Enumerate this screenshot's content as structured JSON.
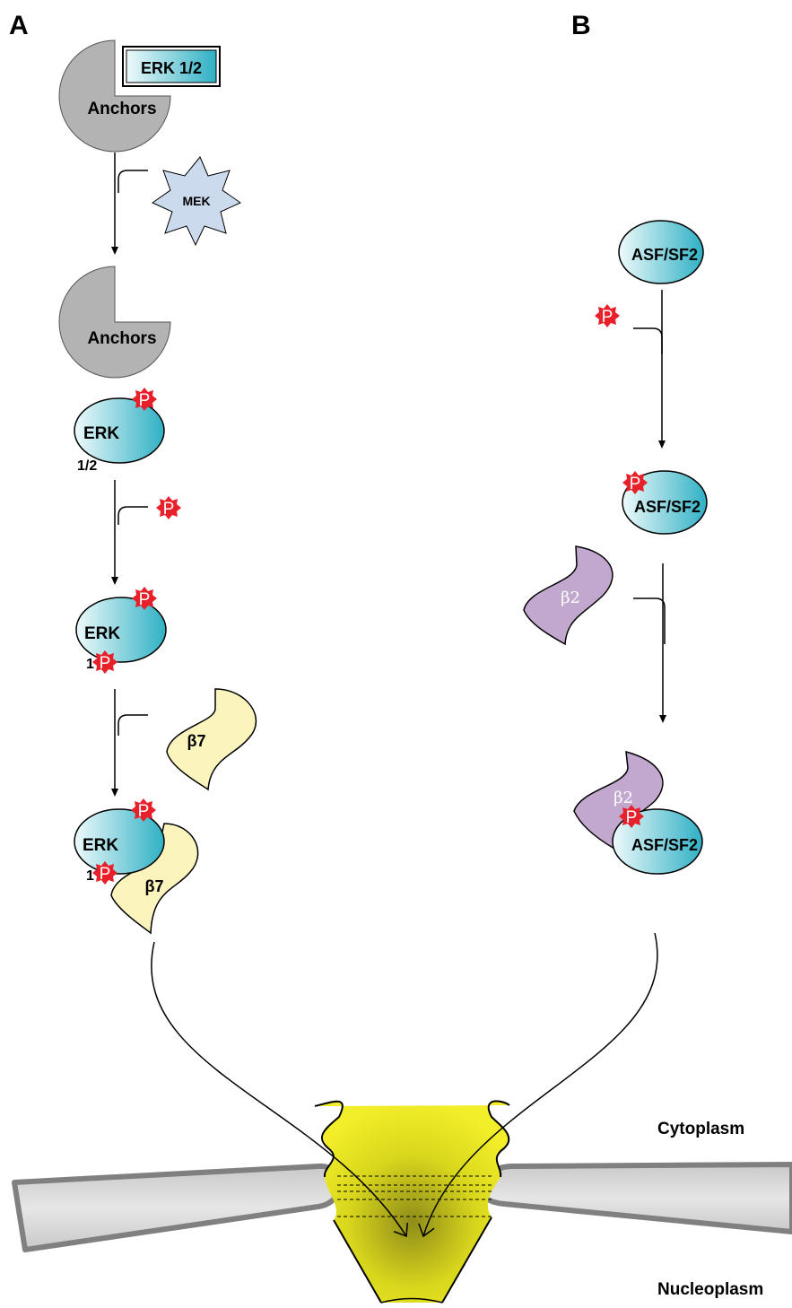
{
  "panels": {
    "a": "A",
    "b": "B"
  },
  "panel_a": {
    "erk_box": "ERK 1/2",
    "anchors_1": "Anchors",
    "mek": "MEK",
    "anchors_2": "Anchors",
    "erk_1": "ERK",
    "erk_1_sub": "1/2",
    "erk_2": "ERK",
    "erk_2_sub": "1",
    "beta7_free": "β7",
    "erk_3": "ERK",
    "erk_3_sub": "1",
    "beta7_bound": "β7"
  },
  "panel_b": {
    "asf_1": "ASF/SF2",
    "asf_2": "ASF/SF2",
    "beta2_free": "β2",
    "beta2_bound": "β2",
    "asf_3": "ASF/SF2"
  },
  "phospho": "P",
  "compartments": {
    "cytoplasm": "Cytoplasm",
    "nucleoplasm": "Nucleoplasm"
  },
  "colors": {
    "anchor_gray": "#b3b3b3",
    "erk_cyan": "#3ab4c7",
    "mek_blue": "#ccdaee",
    "phospho_red": "#e8202a",
    "beta7_yellow": "#fbf5bd",
    "beta2_purple": "#c2a8cf",
    "pore_yellow": "#e8e61a",
    "membrane_gray": "#d9d9d9"
  }
}
